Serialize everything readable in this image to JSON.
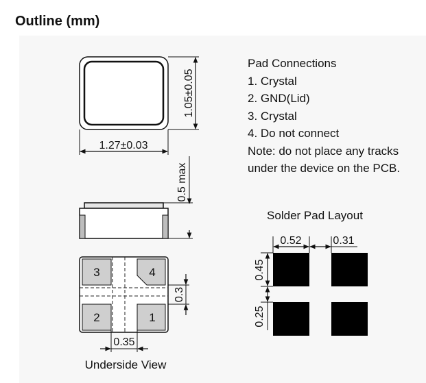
{
  "title": "Outline (mm)",
  "top_view": {
    "width_label": "1.27±0.03",
    "height_label": "1.05±0.05"
  },
  "side_view": {
    "height_label": "0.5 max"
  },
  "underside_view": {
    "pads": [
      "3",
      "4",
      "2",
      "1"
    ],
    "gap_vertical_label": "0.3",
    "gap_horizontal_label": "0.35",
    "caption": "Underside View"
  },
  "pad_connections": {
    "heading": "Pad Connections",
    "items": [
      "1. Crystal",
      "2. GND(Lid)",
      "3. Crystal",
      "4. Do not connect"
    ],
    "note_line1": "Note: do not place any tracks",
    "note_line2": "under the device on the PCB."
  },
  "solder_pad_layout": {
    "title": "Solder Pad Layout",
    "pad_width_label": "0.52",
    "pad_gap_label": "0.31",
    "pad_height_label": "0.45",
    "row_gap_label": "0.25"
  }
}
